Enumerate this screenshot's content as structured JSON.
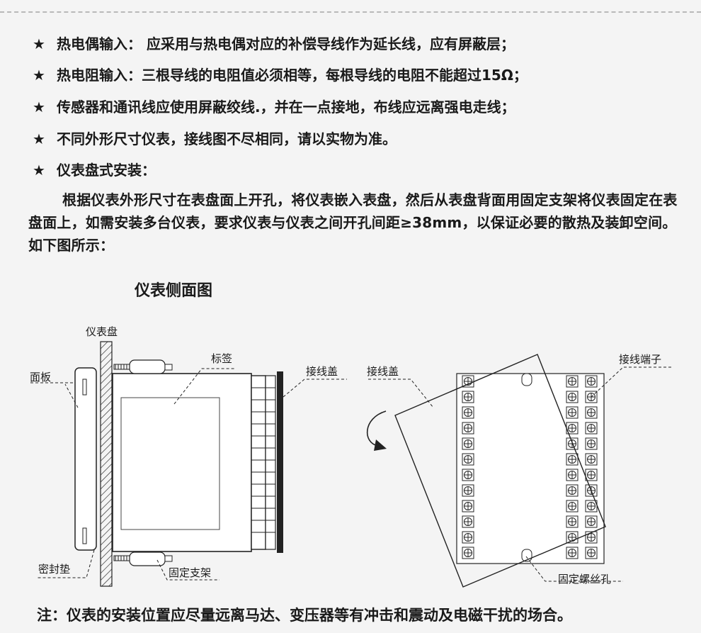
{
  "bullets": [
    {
      "star": "★",
      "text": "热电偶输入： 应采用与热电偶对应的补偿导线作为延长线，应有屏蔽层；"
    },
    {
      "star": "★",
      "text": "热电阻输入：三根导线的电阻值必须相等，每根导线的电阻不能超过15Ω；"
    },
    {
      "star": "★",
      "text": "传感器和通讯线应使用屏蔽绞线.，并在一点接地，布线应远离强电走线；"
    },
    {
      "star": "★",
      "text": "不同外形尺寸仪表，接线图不尽相同，请以实物为准。"
    },
    {
      "star": "★",
      "text": "仪表盘式安装："
    }
  ],
  "paragraph": "根据仪表外形尺寸在表盘面上开孔，将仪表嵌入表盘，然后从表盘背面用固定支架将仪表固定在表盘面上，如需安装多台仪表，要求仪表与仪表之间开孔间距≥38mm，以保证必要的散热及装卸空间。如下图所示：",
  "figure": {
    "title": "仪表侧面图",
    "labels": {
      "panel_board": "仪表盘",
      "face_panel": "面板",
      "label_sticker": "标签",
      "terminal_cover_left": "接线盖",
      "terminal_cover_right": "接线盖",
      "terminal": "接线端子",
      "gasket": "密封垫",
      "bracket": "固定支架",
      "screw_hole": "固定螺丝孔"
    }
  },
  "note": "注：仪表的安装位置应尽量远离马达、变压器等有冲击和震动及电磁干扰的场合。"
}
